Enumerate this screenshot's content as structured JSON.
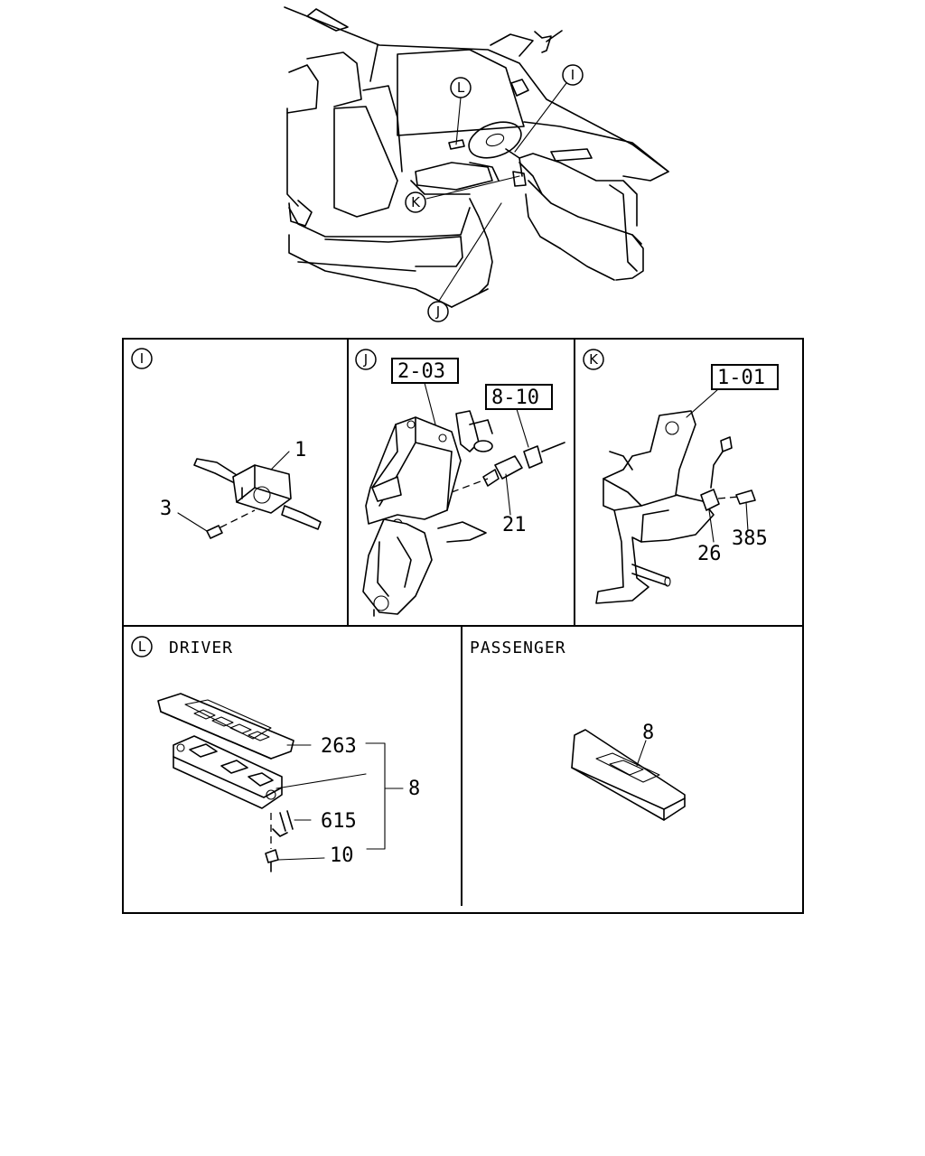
{
  "overview": {
    "callouts": [
      "L",
      "I",
      "K",
      "J"
    ]
  },
  "panel_i": {
    "id": "I",
    "parts": [
      "1",
      "3"
    ]
  },
  "panel_j": {
    "id": "J",
    "refs": [
      "2-03",
      "8-10"
    ],
    "parts": [
      "21"
    ]
  },
  "panel_k": {
    "id": "K",
    "refs": [
      "1-01"
    ],
    "parts": [
      "26",
      "385"
    ]
  },
  "panel_l": {
    "id": "L",
    "driver_label": "DRIVER",
    "passenger_label": "PASSENGER",
    "driver_parts": [
      "263",
      "8",
      "615",
      "10"
    ],
    "passenger_parts": [
      "8"
    ]
  }
}
